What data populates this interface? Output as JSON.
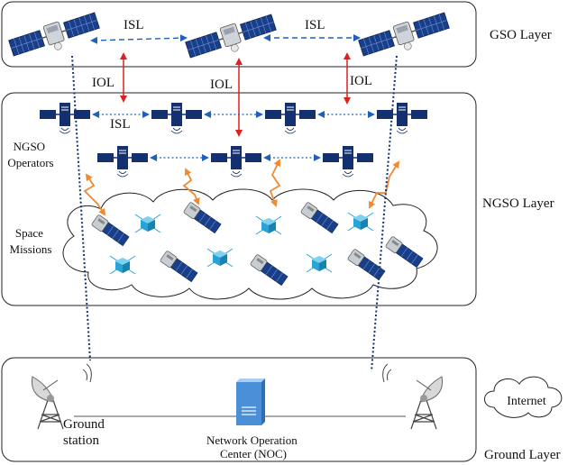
{
  "layers": {
    "gso": "GSO Layer",
    "ngso": "NGSO Layer",
    "ground": "Ground Layer"
  },
  "links": {
    "isl": "ISL",
    "iol": "IOL"
  },
  "labels": {
    "ngso_operators_line1": "NGSO",
    "ngso_operators_line2": "Operators",
    "space_missions_line1": "Space",
    "space_missions_line2": "Missions",
    "internet": "Internet",
    "ground_station_line1": "Ground",
    "ground_station_line2": "station",
    "noc_line1": "Network Operation",
    "noc_line2": "Center (NOC)"
  },
  "colors": {
    "isl_link": "#1f5fbf",
    "iol_link": "#e02020",
    "uplink": "#f08a30",
    "ngso_satellite": "#14306e",
    "cubesat": "#29a3d6",
    "noc_server": "#4a90d9"
  },
  "icons": {
    "gso_satellite": "gso-satellite-icon",
    "ngso_satellite": "ngso-satellite-icon",
    "cubesat": "cubesat-icon",
    "mission_satellite": "mission-satellite-icon",
    "dish": "satellite-dish-icon",
    "server": "server-icon",
    "cloud": "cloud-icon"
  }
}
